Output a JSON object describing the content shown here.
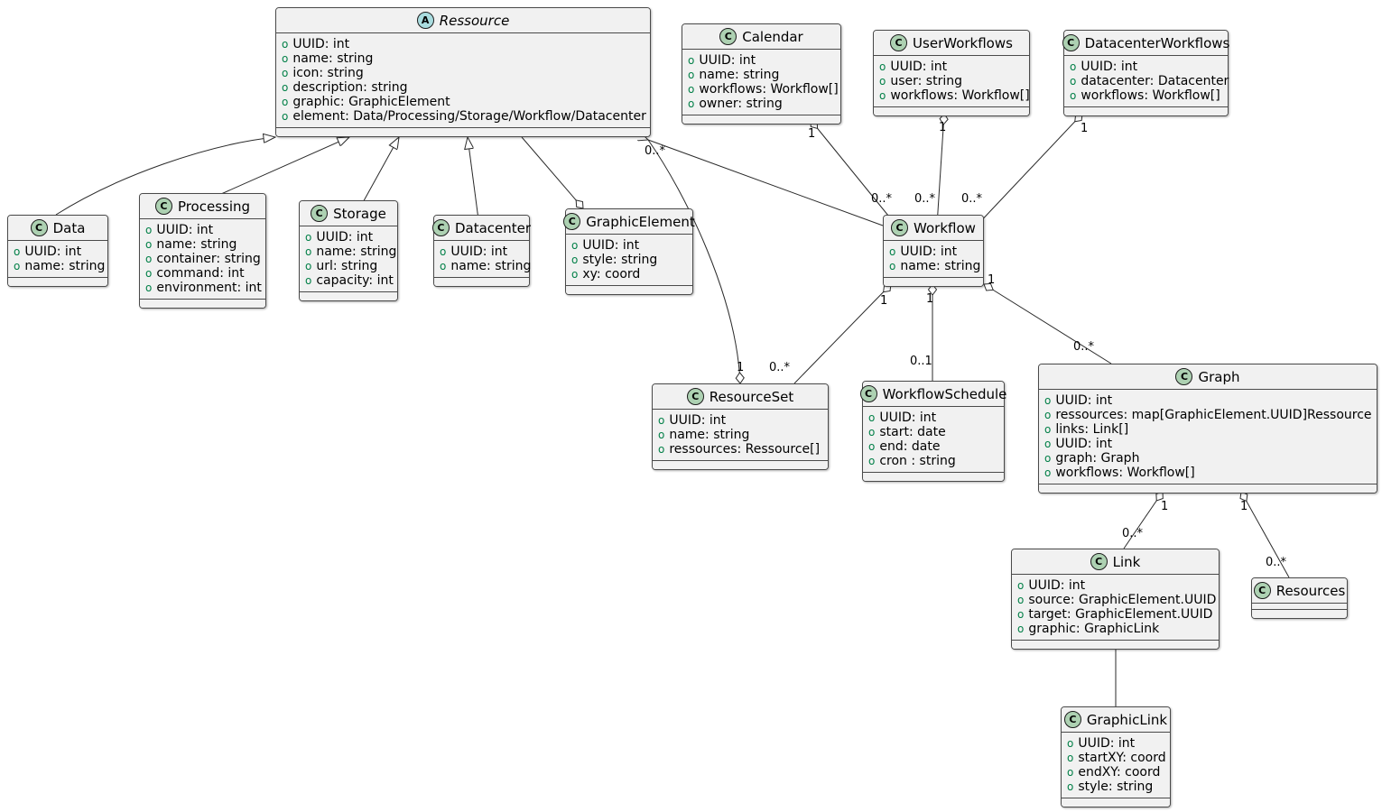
{
  "diagram": {
    "type": "uml-class-diagram",
    "background": "#ffffff",
    "class_fill": "#f1f1f1",
    "class_stroke": "#4a4a4a",
    "stereotype_class_color": "#ADD1B2",
    "stereotype_abstract_color": "#A9DCDF",
    "visibility_marker_color": "#038048"
  },
  "classes": [
    {
      "id": "ressource",
      "name": "Ressource",
      "stereotype": "A",
      "abstract": true,
      "attributes": [
        "UUID: int",
        "name: string",
        "icon: string",
        "description: string",
        "graphic: GraphicElement",
        "element: Data/Processing/Storage/Workflow/Datacenter"
      ]
    },
    {
      "id": "calendar",
      "name": "Calendar",
      "stereotype": "C",
      "abstract": false,
      "attributes": [
        "UUID: int",
        "name: string",
        "workflows: Workflow[]",
        "owner: string"
      ]
    },
    {
      "id": "userworkflows",
      "name": "UserWorkflows",
      "stereotype": "C",
      "abstract": false,
      "attributes": [
        "UUID: int",
        "user: string",
        "workflows: Workflow[]"
      ]
    },
    {
      "id": "datacenterworkflows",
      "name": "DatacenterWorkflows",
      "stereotype": "C",
      "abstract": false,
      "attributes": [
        "UUID: int",
        "datacenter: Datacenter",
        "workflows: Workflow[]"
      ]
    },
    {
      "id": "data",
      "name": "Data",
      "stereotype": "C",
      "abstract": false,
      "attributes": [
        "UUID: int",
        "name: string"
      ]
    },
    {
      "id": "processing",
      "name": "Processing",
      "stereotype": "C",
      "abstract": false,
      "attributes": [
        "UUID: int",
        "name: string",
        "container: string",
        "command: int",
        "environment: int"
      ]
    },
    {
      "id": "storage",
      "name": "Storage",
      "stereotype": "C",
      "abstract": false,
      "attributes": [
        "UUID: int",
        "name: string",
        "url: string",
        "capacity: int"
      ]
    },
    {
      "id": "datacenter",
      "name": "Datacenter",
      "stereotype": "C",
      "abstract": false,
      "attributes": [
        "UUID: int",
        "name: string"
      ]
    },
    {
      "id": "graphicelement",
      "name": "GraphicElement",
      "stereotype": "C",
      "abstract": false,
      "attributes": [
        "UUID: int",
        "style: string",
        "xy: coord"
      ]
    },
    {
      "id": "workflow",
      "name": "Workflow",
      "stereotype": "C",
      "abstract": false,
      "attributes": [
        "UUID: int",
        "name: string"
      ]
    },
    {
      "id": "resourceset",
      "name": "ResourceSet",
      "stereotype": "C",
      "abstract": false,
      "attributes": [
        "UUID: int",
        "name: string",
        "ressources: Ressource[]"
      ]
    },
    {
      "id": "workflowschedule",
      "name": "WorkflowSchedule",
      "stereotype": "C",
      "abstract": false,
      "attributes": [
        "UUID: int",
        "start: date",
        "end: date",
        "cron : string"
      ]
    },
    {
      "id": "graph",
      "name": "Graph",
      "stereotype": "C",
      "abstract": false,
      "attributes": [
        "UUID: int",
        "ressources: map[GraphicElement.UUID]Ressource",
        "links: Link[]",
        "UUID: int",
        "graph: Graph",
        "workflows: Workflow[]"
      ]
    },
    {
      "id": "link",
      "name": "Link",
      "stereotype": "C",
      "abstract": false,
      "attributes": [
        "UUID: int",
        "source: GraphicElement.UUID",
        "target: GraphicElement.UUID",
        "graphic: GraphicLink"
      ]
    },
    {
      "id": "resources",
      "name": "Resources",
      "stereotype": "C",
      "abstract": false,
      "attributes": []
    },
    {
      "id": "graphiclink",
      "name": "GraphicLink",
      "stereotype": "C",
      "abstract": false,
      "attributes": [
        "UUID: int",
        "startXY: coord",
        "endXY: coord",
        "style: string"
      ]
    }
  ],
  "multiplicities": [
    {
      "id": "m-ressource-graphicelement",
      "label": "0..*"
    },
    {
      "id": "m-calendar-1",
      "label": "1"
    },
    {
      "id": "m-userworkflows-1",
      "label": "1"
    },
    {
      "id": "m-datacenterworkflows-1",
      "label": "1"
    },
    {
      "id": "m-workflow-calendar",
      "label": "0..*"
    },
    {
      "id": "m-workflow-user",
      "label": "0..*"
    },
    {
      "id": "m-workflow-datacenter",
      "label": "0..*"
    },
    {
      "id": "m-workflow-resourceset-1",
      "label": "1"
    },
    {
      "id": "m-workflow-schedule-1",
      "label": "1"
    },
    {
      "id": "m-workflow-graph-1",
      "label": "1"
    },
    {
      "id": "m-resourceset-ressource-1",
      "label": "1"
    },
    {
      "id": "m-resourceset-workflow",
      "label": "0..*"
    },
    {
      "id": "m-workflowschedule-01",
      "label": "0..1"
    },
    {
      "id": "m-graph-workflow",
      "label": "0..*"
    },
    {
      "id": "m-graph-link-1",
      "label": "1"
    },
    {
      "id": "m-graph-resources-1",
      "label": "1"
    },
    {
      "id": "m-link-graph",
      "label": "0..*"
    },
    {
      "id": "m-resources-graph",
      "label": "0..*"
    }
  ]
}
